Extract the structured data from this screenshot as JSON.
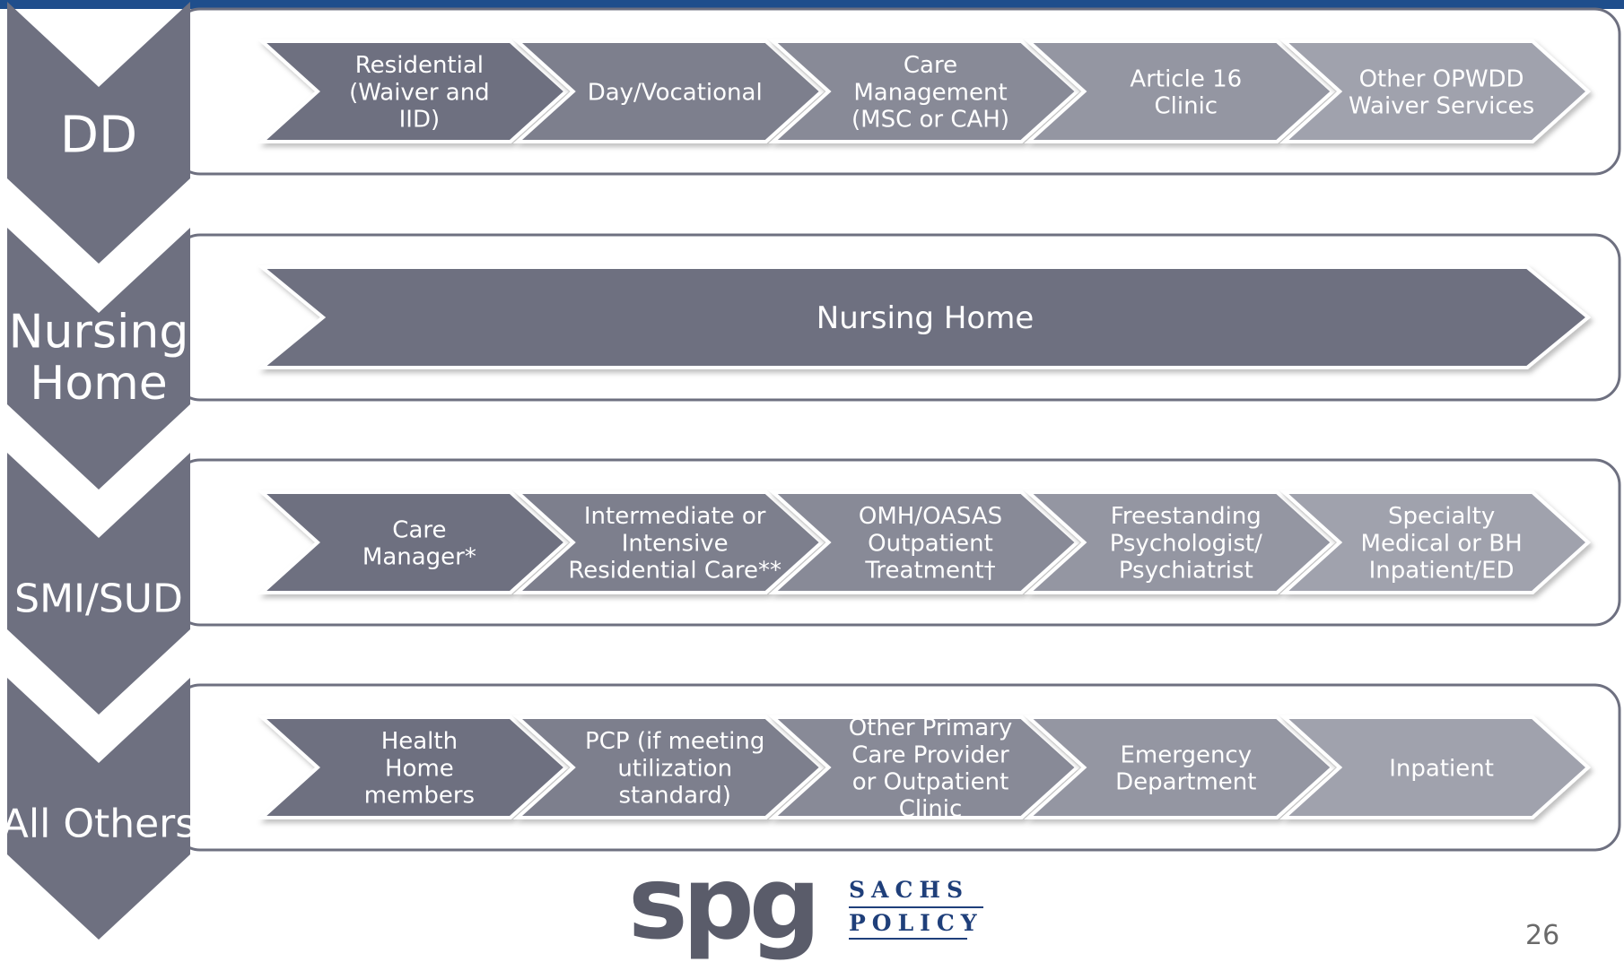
{
  "colors": {
    "top_bar": "#1f4e8c",
    "category_arrow": "#6e7080",
    "row_outline": "#6e7080",
    "chevron_shades": [
      "#6e7080",
      "#7d7f8d",
      "#888a97",
      "#9496a2",
      "#a0a2ad"
    ],
    "logo_mark": "#5a5c6a",
    "logo_word": "#1f3f7a"
  },
  "rows": [
    {
      "category": [
        "DD"
      ],
      "steps": [
        [
          "Residential",
          "(Waiver and",
          "IID)"
        ],
        [
          "Day/Vocational"
        ],
        [
          "Care",
          "Management",
          "(MSC or CAH)"
        ],
        [
          "Article 16",
          "Clinic"
        ],
        [
          "Other OPWDD",
          "Waiver Services"
        ]
      ]
    },
    {
      "category": [
        "Nursing",
        "Home"
      ],
      "steps": [
        [
          "Nursing Home"
        ]
      ]
    },
    {
      "category": [
        "SMI/SUD"
      ],
      "steps": [
        [
          "Care",
          "Manager*"
        ],
        [
          "Intermediate or",
          "Intensive",
          "Residential Care**"
        ],
        [
          "OMH/OASAS",
          "Outpatient",
          "Treatment†"
        ],
        [
          "Freestanding",
          "Psychologist/",
          "Psychiatrist"
        ],
        [
          "Specialty",
          "Medical or BH",
          "Inpatient/ED"
        ]
      ]
    },
    {
      "category": [
        "All Others"
      ],
      "steps": [
        [
          "Health",
          "Home",
          "members"
        ],
        [
          "PCP (if meeting",
          "utilization",
          "standard)"
        ],
        [
          "Other Primary",
          "Care Provider",
          "or Outpatient",
          "Clinic"
        ],
        [
          "Emergency",
          "Department"
        ],
        [
          "Inpatient"
        ]
      ]
    }
  ],
  "logo": {
    "mark": "spg",
    "line1": "SACHS",
    "line2": "POLICY"
  },
  "page_number": "26"
}
